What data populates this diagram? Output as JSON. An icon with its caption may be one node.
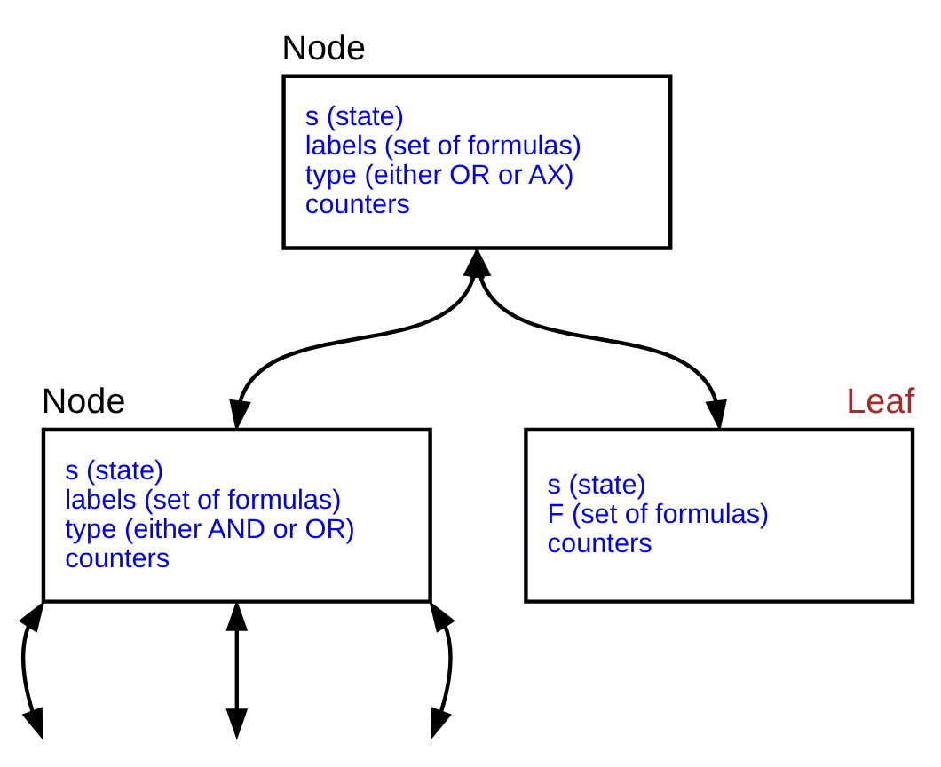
{
  "diagram": {
    "nodes": [
      {
        "text": [
          "Node",
          "s (state)",
          "labels (set of formulas)",
          "type (either OR or AX)",
          "counters"
        ]
      },
      {
        "text": [
          "Node",
          "s (state)",
          "labels (set of formulas)",
          "type (either AND or OR)",
          "counters"
        ]
      },
      {
        "text": [
          "Leaf",
          "s (state)",
          "F (set of formulas)",
          "counters"
        ]
      }
    ],
    "edges": [
      {
        "from": 0,
        "to": 1,
        "arrow": "both"
      },
      {
        "from": 0,
        "to": 2,
        "arrow": "both"
      },
      {
        "from": 1,
        "to": null,
        "arrow": "both"
      },
      {
        "from": 1,
        "to": null,
        "arrow": "both"
      },
      {
        "from": 1,
        "to": null,
        "arrow": "both"
      }
    ]
  }
}
